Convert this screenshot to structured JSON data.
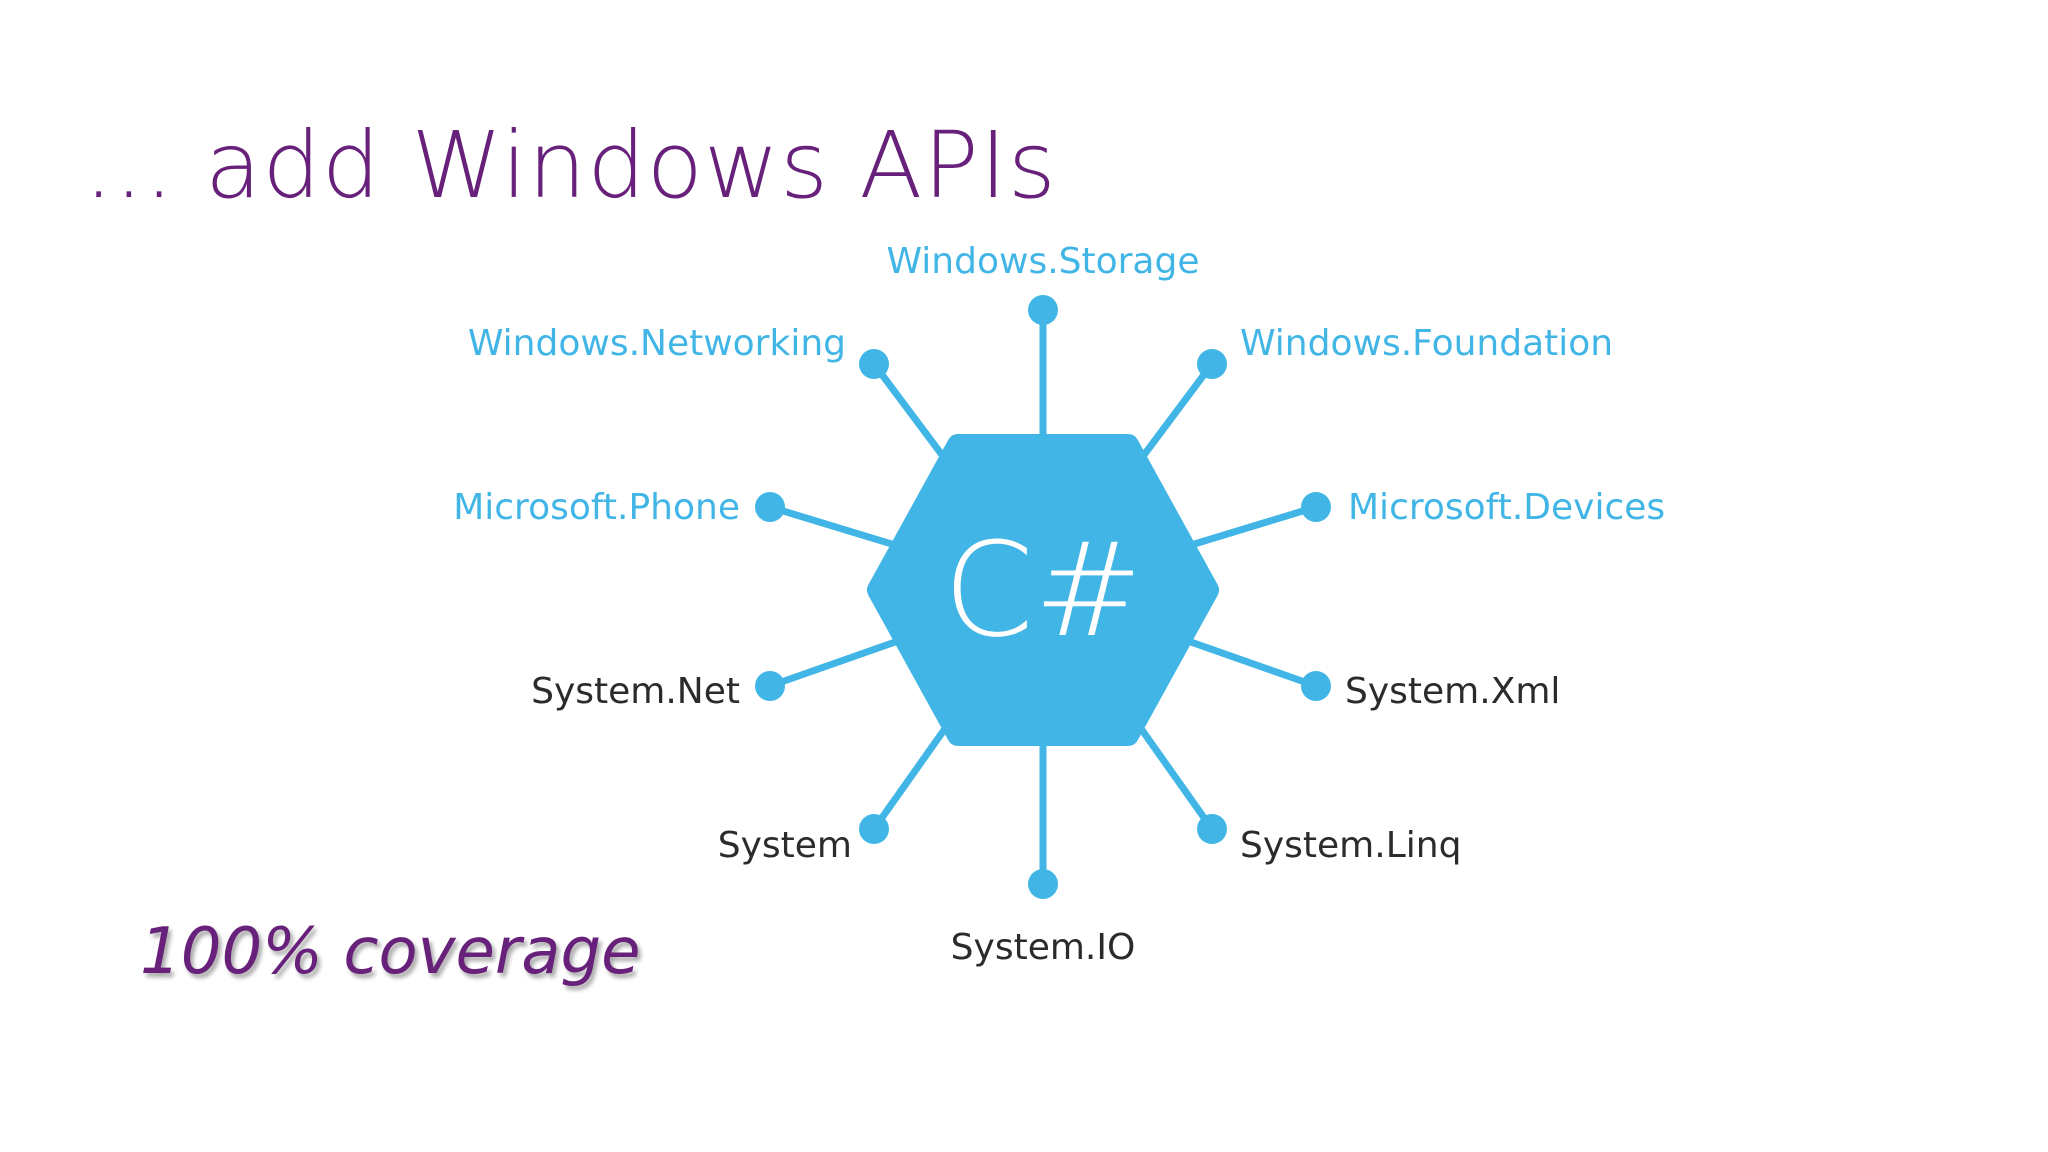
{
  "title": "... add Windows APIs",
  "coverage_text": "100% coverage",
  "hub": {
    "label": "C#",
    "color": "#41b6e6"
  },
  "colors": {
    "title": "#68217a",
    "accent": "#41b6e6",
    "system_text": "#2b2b2b"
  },
  "spokes": [
    {
      "label": "Windows.Storage",
      "group": "windows"
    },
    {
      "label": "Windows.Foundation",
      "group": "windows"
    },
    {
      "label": "Microsoft.Devices",
      "group": "windows"
    },
    {
      "label": "System.Xml",
      "group": "system"
    },
    {
      "label": "System.Linq",
      "group": "system"
    },
    {
      "label": "System.IO",
      "group": "system"
    },
    {
      "label": "System",
      "group": "system"
    },
    {
      "label": "System.Net",
      "group": "system"
    },
    {
      "label": "Microsoft.Phone",
      "group": "windows"
    },
    {
      "label": "Windows.Networking",
      "group": "windows"
    }
  ]
}
